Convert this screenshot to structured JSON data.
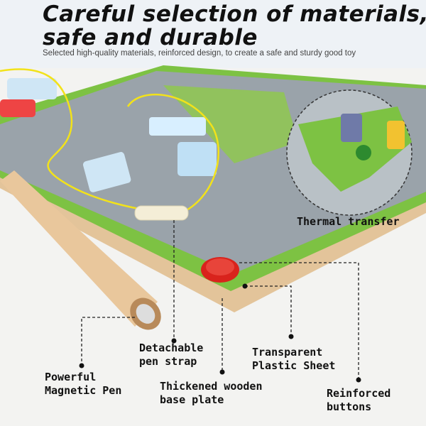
{
  "header": {
    "title_line1": "Careful selection of materials,",
    "title_line2": "safe and durable",
    "subtitle": "Selected high-quality materials, reinforced design, to create a safe and sturdy good toy"
  },
  "callouts": {
    "thermal": "Thermal transfer",
    "strap": [
      "Detachable",
      "pen strap"
    ],
    "sheet": [
      "Transparent",
      "Plastic Sheet"
    ],
    "pen": [
      "Powerful",
      "Magnetic Pen"
    ],
    "plate": [
      "Thickened wooden",
      "base plate"
    ],
    "buttons": [
      "Reinforced",
      "buttons"
    ]
  },
  "colors": {
    "board": "#9aa3aa",
    "border": "#7dc243",
    "wood": "#e6c9a0",
    "button": "#d9231c",
    "string": "#f2e21a"
  }
}
